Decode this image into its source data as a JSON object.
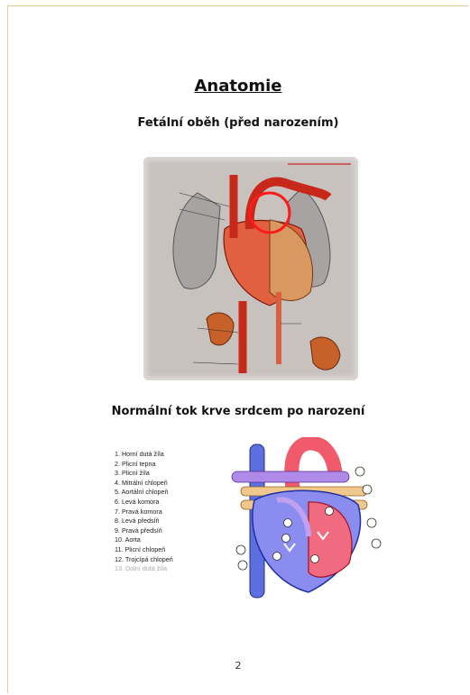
{
  "document": {
    "title": "Anatomie",
    "subtitle_fetal": "Fetální oběh (před narozením)",
    "subtitle_normal": "Normální tok krve srdcem po narození",
    "page_number": "2"
  },
  "legend": {
    "items": [
      "1. Horní dutá žíla",
      "2. Plicní tepna",
      "3. Plicní žíla",
      "4. Mitrální chlopeň",
      "5. Aortální chlopeň",
      "6. Levá komora",
      "7. Pravá komora",
      "8. Levá předsíň",
      "9. Pravá předsíň",
      "10. Aorta",
      "11. Plicní chlopeň",
      "12. Trojcípá chlopeň",
      "13. Dolní dutá žíla"
    ]
  },
  "colors": {
    "page_border": "#f0c890",
    "heart_red": "#d42a1a",
    "lung_gray": "#a7a3a3",
    "vein_blue": "#5c6fe0",
    "artery_pink": "#f05a6a",
    "vessel_tan": "#f0c88c",
    "vessel_purple": "#b08ae8"
  }
}
